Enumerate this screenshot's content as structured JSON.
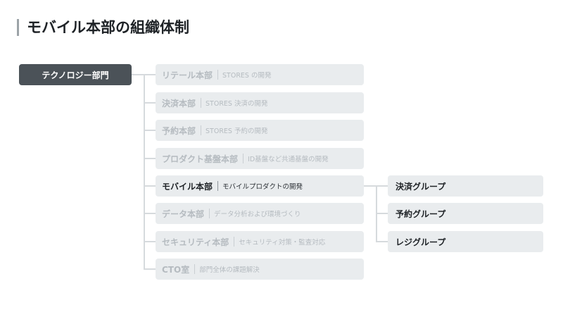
{
  "title": "モバイル本部の組織体制",
  "root": {
    "label": "テクノロジー部門"
  },
  "departments": [
    {
      "name": "リテール本部",
      "desc": "STORES の開発",
      "active": false
    },
    {
      "name": "決済本部",
      "desc": "STORES 決済の開発",
      "active": false
    },
    {
      "name": "予約本部",
      "desc": "STORES 予約の開発",
      "active": false
    },
    {
      "name": "プロダクト基盤本部",
      "desc": "ID基盤など共通基盤の開発",
      "active": false
    },
    {
      "name": "モバイル本部",
      "desc": "モバイルプロダクトの開発",
      "active": true
    },
    {
      "name": "データ本部",
      "desc": "データ分析および環境づくり",
      "active": false
    },
    {
      "name": "セキュリティ本部",
      "desc": "セキュリティ対策・監査対応",
      "active": false
    },
    {
      "name": "CTO室",
      "desc": "部門全体の課題解決",
      "active": false
    }
  ],
  "groups": [
    {
      "name": "決済グループ"
    },
    {
      "name": "予約グループ"
    },
    {
      "name": "レジグループ"
    }
  ],
  "colors": {
    "root_bg": "#4b5258",
    "box_bg": "#e9ecee",
    "connector": "#d6dadd",
    "inactive_text": "#b5bbc0",
    "active_text": "#1e2226"
  }
}
